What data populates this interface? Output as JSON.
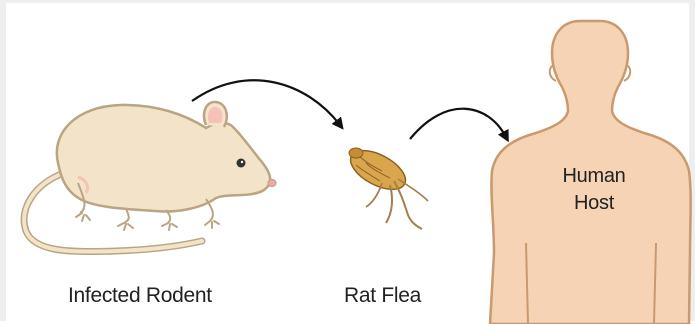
{
  "labels": {
    "rodent": "Infected Rodent",
    "flea": "Rat Flea",
    "human_line1": "Human",
    "human_line2": "Host"
  },
  "colors": {
    "rodent_fill": "#f3e3c8",
    "rodent_stroke": "#b9a583",
    "human_fill": "#f6d3b4",
    "human_stroke": "#c89a6e",
    "flea_fill": "#d9a64e",
    "arrow": "#111111"
  },
  "icons": {
    "rodent": "rat-illustration",
    "flea": "flea-illustration",
    "human": "human-silhouette",
    "arrows": "curved-arrow"
  }
}
